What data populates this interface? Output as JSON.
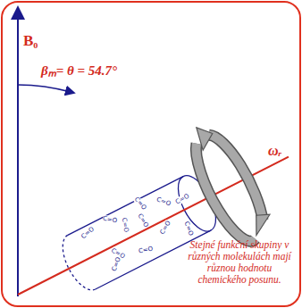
{
  "diagram": {
    "labels": [
      "B₀",
      "βₘ= θ = 54.7°",
      "ωᵣ",
      "Stejné funkční skupiny v různých molekulách mají různou hodnotu chemického posunu.",
      "C=O",
      "C=O",
      "C=O",
      "C=O",
      "C=O",
      "C=O",
      "C=O",
      "C=O",
      "C=O",
      "C=O",
      "C=O",
      "C=O"
    ]
  }
}
